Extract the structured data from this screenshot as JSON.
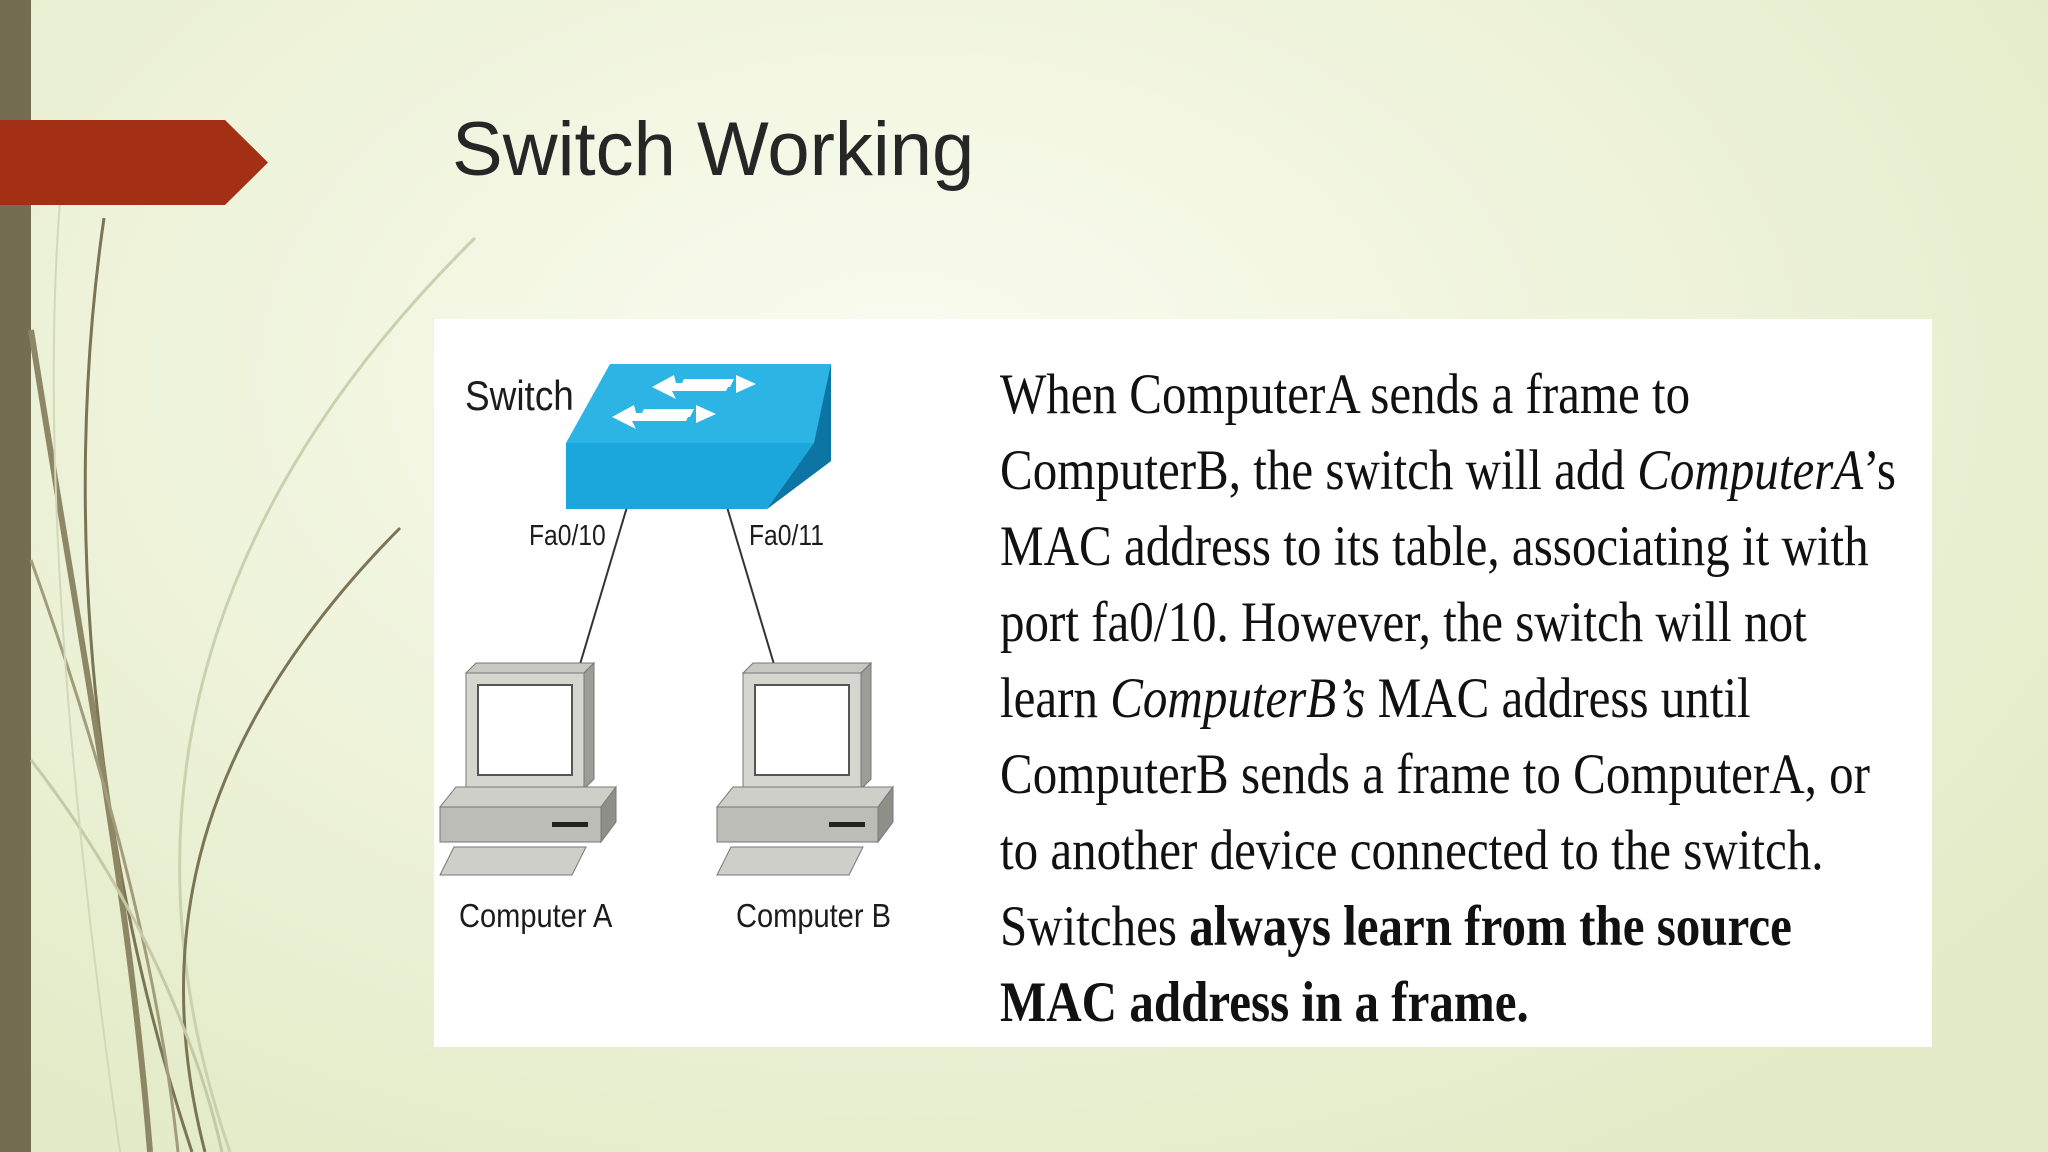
{
  "slide": {
    "title": "Switch Working"
  },
  "theme": {
    "accent": "#a32f14",
    "side_bar": "#756d52",
    "background": "#eef3da",
    "panel": "#ffffff"
  },
  "diagram": {
    "switch_label": "Switch",
    "port_a_label": "Fa0/10",
    "port_b_label": "Fa0/11",
    "computer_a_label": "Computer A",
    "computer_b_label": "Computer B",
    "switch_icon": "network-switch-icon",
    "computer_icon": "desktop-computer-icon",
    "switch_color": "#1ba7dc"
  },
  "description": {
    "line1": "When ComputerA sends a frame to",
    "line2_a": "ComputerB, the switch will add ",
    "line2_b": "ComputerA",
    "line2_c": "’s",
    "line3": "MAC address to its table, associating it with",
    "line4": "port fa0/10. However, the switch will not",
    "line5_a": "learn ",
    "line5_b": "ComputerB’s",
    "line5_c": " MAC address until",
    "line6": "ComputerB sends a frame to ComputerA, or",
    "line7": "to another device connected to the switch.",
    "line8_a": "Switches ",
    "line8_b": "always learn from the source",
    "line9": "MAC address in a frame."
  }
}
